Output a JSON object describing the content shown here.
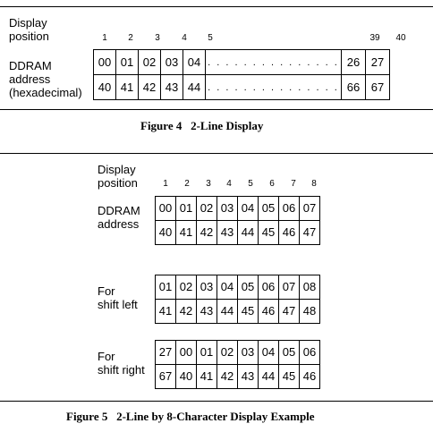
{
  "figure4": {
    "label_display": [
      "Display",
      "position"
    ],
    "label_ddram": [
      "DDRAM",
      "address",
      "(hexadecimal)"
    ],
    "positions_left": [
      "1",
      "2",
      "3",
      "4",
      "5"
    ],
    "positions_right": [
      "39",
      "40"
    ],
    "row1_left": [
      "00",
      "01",
      "02",
      "03",
      "04"
    ],
    "row1_right": [
      "26",
      "27"
    ],
    "row2_left": [
      "40",
      "41",
      "42",
      "43",
      "44"
    ],
    "row2_right": [
      "66",
      "67"
    ],
    "ellipsis": ". . . . . . . . . . . . . . .",
    "caption": "Figure 4   2-Line Display"
  },
  "figure5": {
    "label_display": [
      "Display",
      "position"
    ],
    "positions": [
      "1",
      "2",
      "3",
      "4",
      "5",
      "6",
      "7",
      "8"
    ],
    "label_ddram": [
      "DDRAM",
      "address"
    ],
    "ddram_row1": [
      "00",
      "01",
      "02",
      "03",
      "04",
      "05",
      "06",
      "07"
    ],
    "ddram_row2": [
      "40",
      "41",
      "42",
      "43",
      "44",
      "45",
      "46",
      "47"
    ],
    "label_shift_left": [
      "For",
      "shift left"
    ],
    "shift_left_row1": [
      "01",
      "02",
      "03",
      "04",
      "05",
      "06",
      "07",
      "08"
    ],
    "shift_left_row2": [
      "41",
      "42",
      "43",
      "44",
      "45",
      "46",
      "47",
      "48"
    ],
    "label_shift_right": [
      "For",
      "shift right"
    ],
    "shift_right_row1": [
      "27",
      "00",
      "01",
      "02",
      "03",
      "04",
      "05",
      "06"
    ],
    "shift_right_row2": [
      "67",
      "40",
      "41",
      "42",
      "43",
      "44",
      "45",
      "46"
    ],
    "caption": "Figure 5   2-Line by 8-Character Display Example"
  }
}
